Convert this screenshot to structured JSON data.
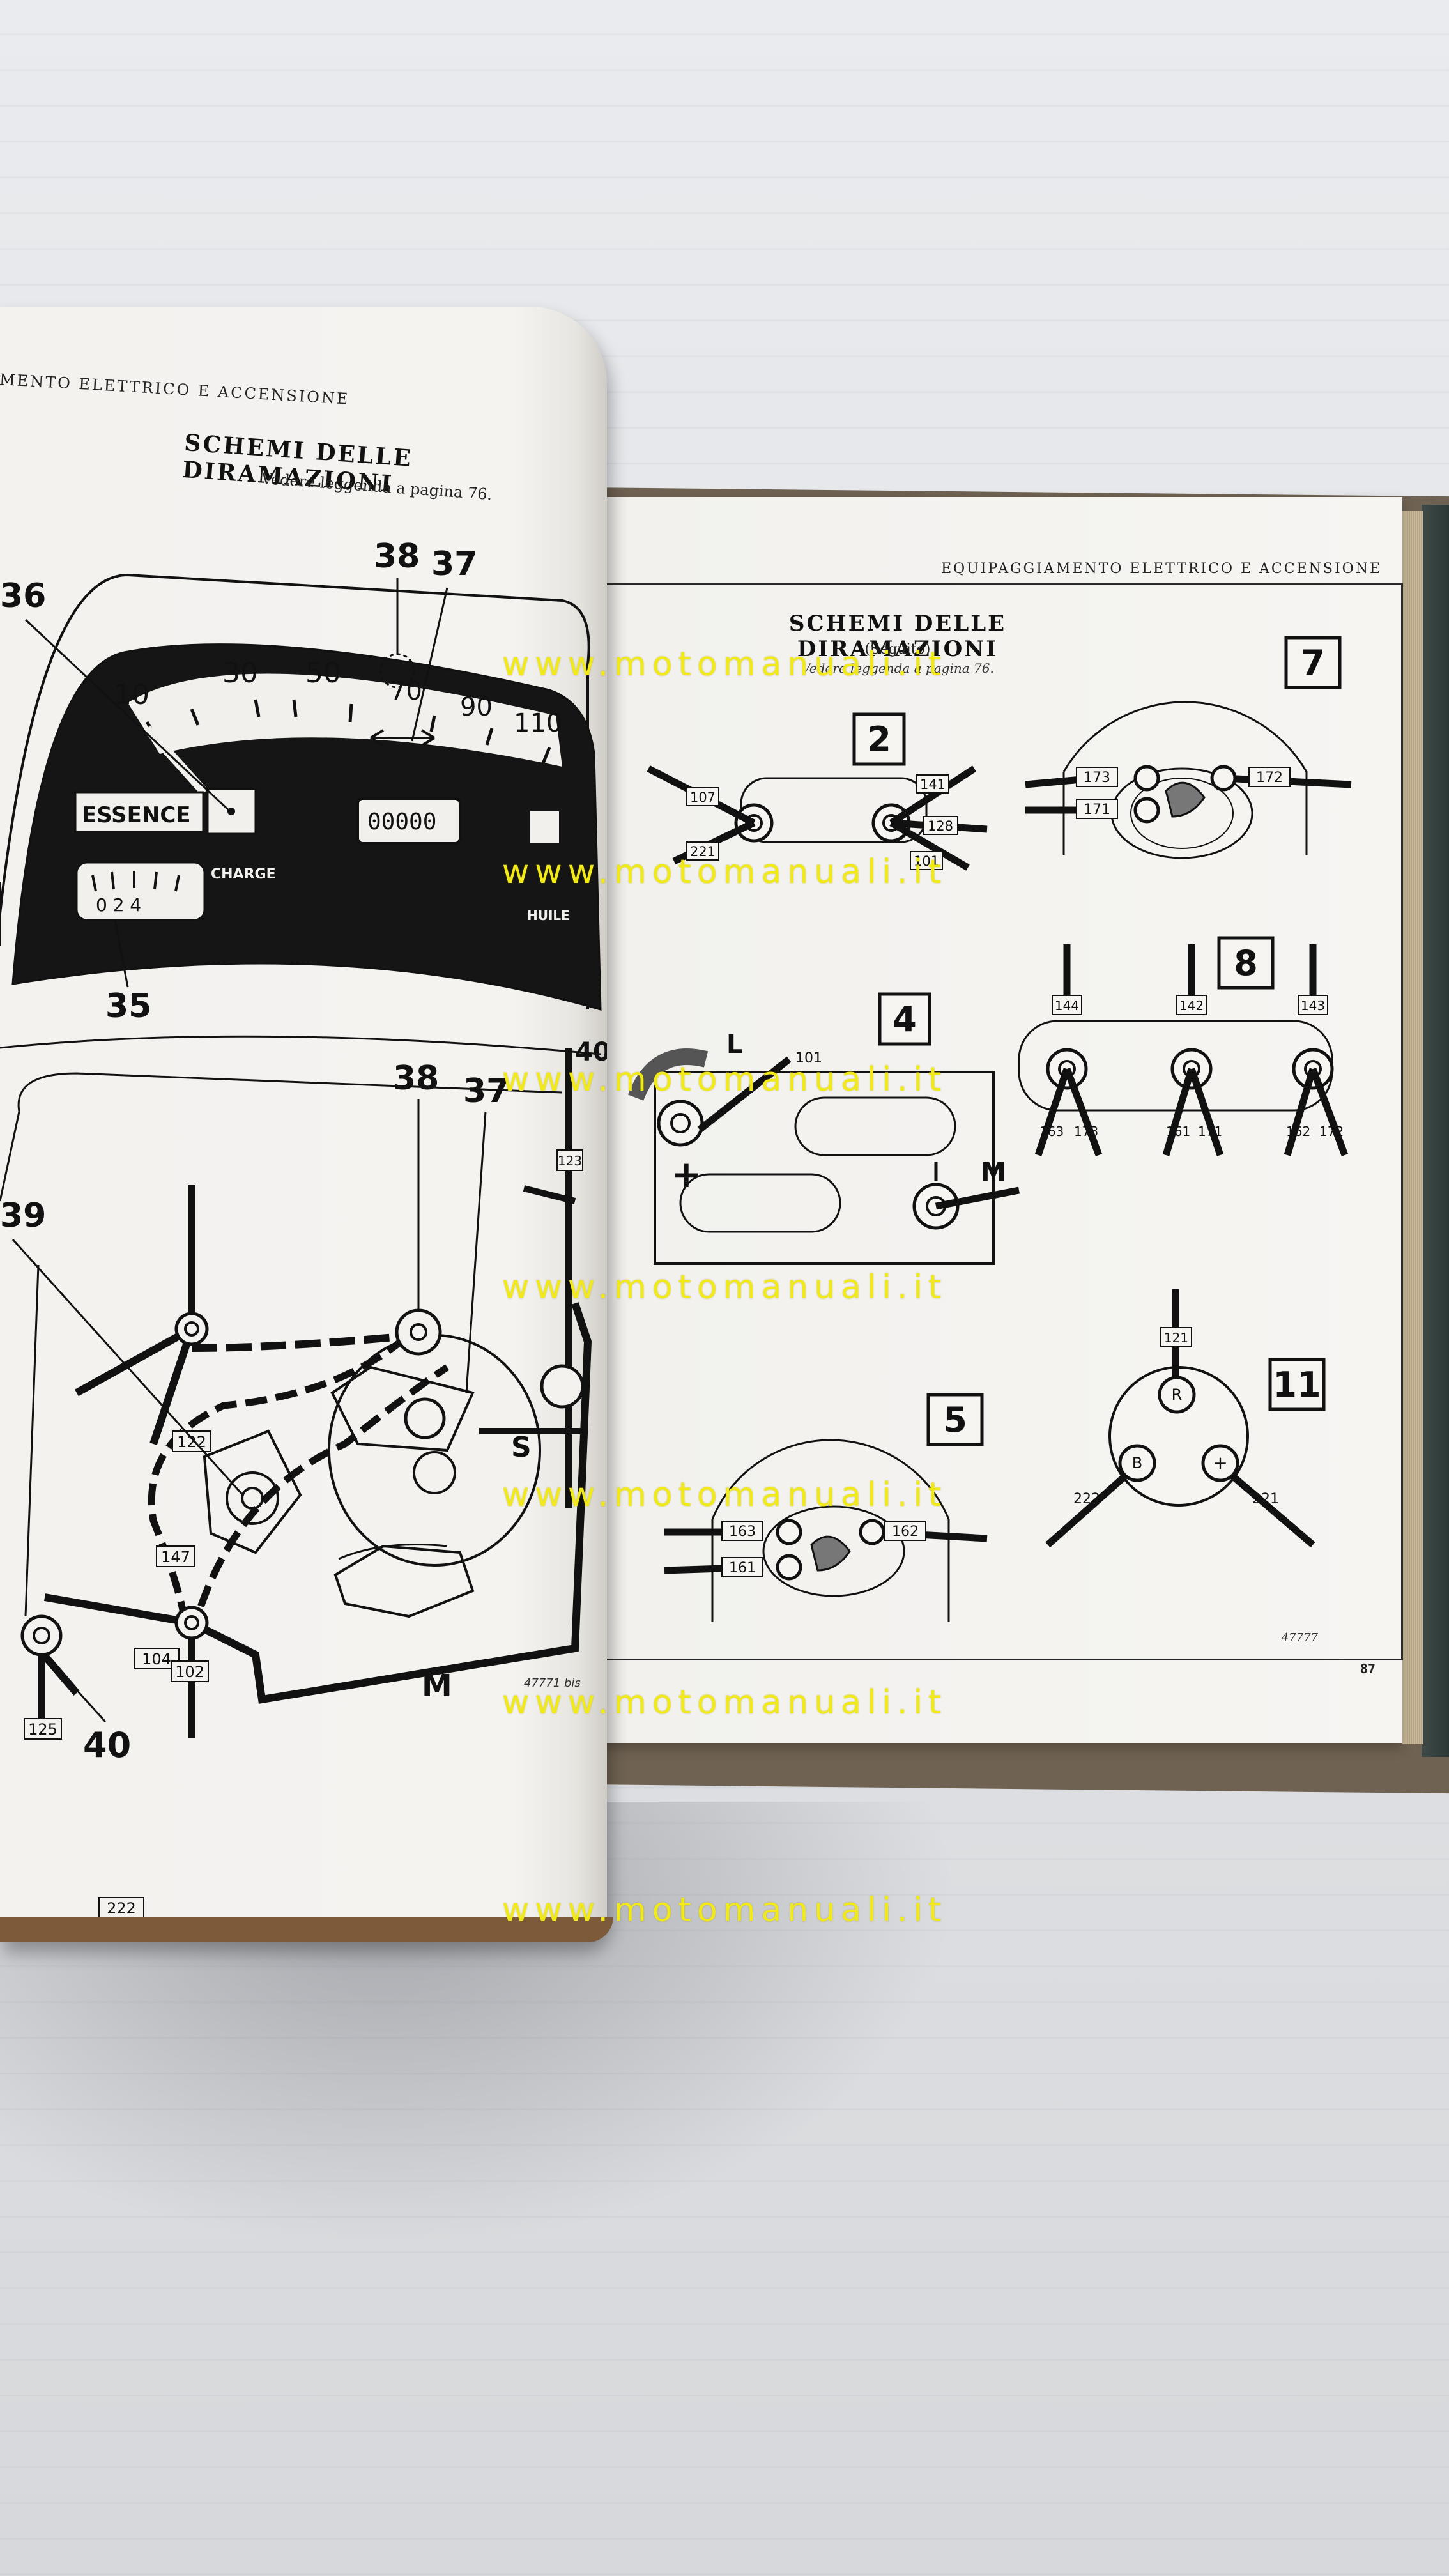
{
  "scene": "open service manual with wiring diagrams on a light corrugated surface",
  "left_page": {
    "header": "MENTO ELETTRICO E ACCENSIONE",
    "title": "SCHEMI DELLE DIRAMAZIONI",
    "subtitle": "Vedere leggenda a pagina 76.",
    "callouts": [
      "36",
      "38",
      "37",
      "35",
      "38",
      "37",
      "39",
      "40",
      "40"
    ],
    "dial_numbers": [
      "10",
      "30",
      "50",
      "70",
      "90",
      "110"
    ],
    "panel_labels": {
      "fuel": "ESSENCE",
      "odometer": "00000",
      "charge": "CHARGE",
      "oil": "HUILE",
      "charge_scale": "0 2 4"
    },
    "wire_tags": [
      "122",
      "147",
      "104",
      "222",
      "125",
      "102",
      "123"
    ],
    "letters": [
      "S",
      "M"
    ],
    "footer_code": "47771 bis"
  },
  "right_page": {
    "header": "EQUIPAGGIAMENTO ELETTRICO E ACCENSIONE",
    "title": "SCHEMI DELLE DIRAMAZIONI",
    "subtitle": "(Seguito)",
    "subtitle2": "Vedere leggenda a pagina 76.",
    "figures": {
      "fig2": {
        "number": "2",
        "tags": [
          "107",
          "221",
          "141",
          "128",
          "101"
        ]
      },
      "fig4": {
        "number": "4",
        "tags": [
          "101"
        ],
        "letters": [
          "L",
          "+",
          "M"
        ]
      },
      "fig5": {
        "number": "5",
        "tags": [
          "163",
          "161",
          "162"
        ]
      },
      "fig7": {
        "number": "7",
        "tags": [
          "173",
          "171",
          "172"
        ]
      },
      "fig8": {
        "number": "8",
        "tags": [
          "144",
          "142",
          "143",
          "163",
          "173",
          "161",
          "171",
          "162",
          "172"
        ]
      },
      "fig11": {
        "number": "11",
        "tags": [
          "121",
          "222",
          "221"
        ],
        "terminals": [
          "R",
          "B",
          "+"
        ]
      }
    },
    "footer_code": "47777",
    "page_number": "87"
  },
  "watermark_text": "www.motomanuali.it",
  "colors": {
    "watermark": "#f2ea18",
    "ink": "#111111",
    "paper": "#f4f3f0",
    "cover": "#2d3836"
  }
}
